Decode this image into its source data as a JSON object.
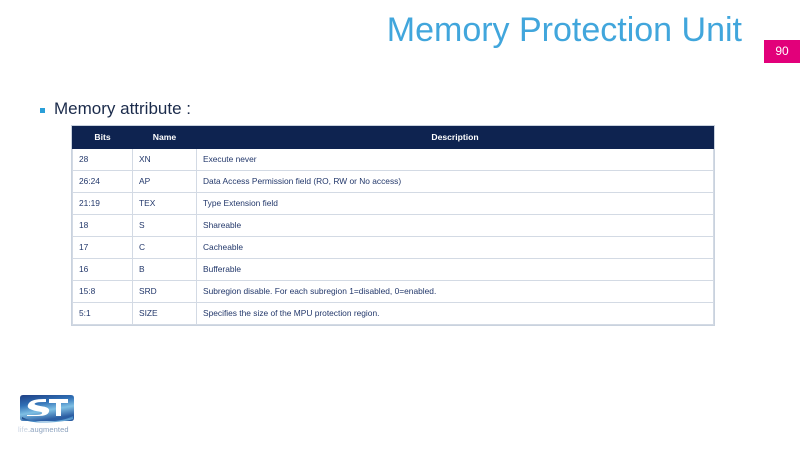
{
  "slide": {
    "title": "Memory Protection Unit",
    "page_number": "90",
    "title_color": "#41a6dc",
    "badge_color": "#e2007a",
    "background_color": "#ffffff"
  },
  "bullet": {
    "marker": "square-bullet-icon",
    "text": "Memory attribute :"
  },
  "table": {
    "header_background": "#0e2350",
    "header_text_color": "#ffffff",
    "body_text_color": "#23386b",
    "border_color": "#d3dae4",
    "columns": [
      "Bits",
      "Name",
      "Description"
    ],
    "rows": [
      {
        "bits": "28",
        "name": "XN",
        "description": "Execute never"
      },
      {
        "bits": "26:24",
        "name": "AP",
        "description": "Data Access Permission field (RO, RW or No access)"
      },
      {
        "bits": "21:19",
        "name": "TEX",
        "description": "Type Extension field"
      },
      {
        "bits": "18",
        "name": "S",
        "description": "Shareable"
      },
      {
        "bits": "17",
        "name": "C",
        "description": "Cacheable"
      },
      {
        "bits": "16",
        "name": "B",
        "description": "Bufferable"
      },
      {
        "bits": "15:8",
        "name": "SRD",
        "description": "Subregion disable. For each subregion 1=disabled, 0=enabled."
      },
      {
        "bits": "5:1",
        "name": "SIZE",
        "description": "Specifies the size of the MPU protection region."
      }
    ]
  },
  "logo": {
    "mark": "st-logo-icon",
    "tagline_accent": "life",
    "tagline_rest": ".augmented"
  }
}
